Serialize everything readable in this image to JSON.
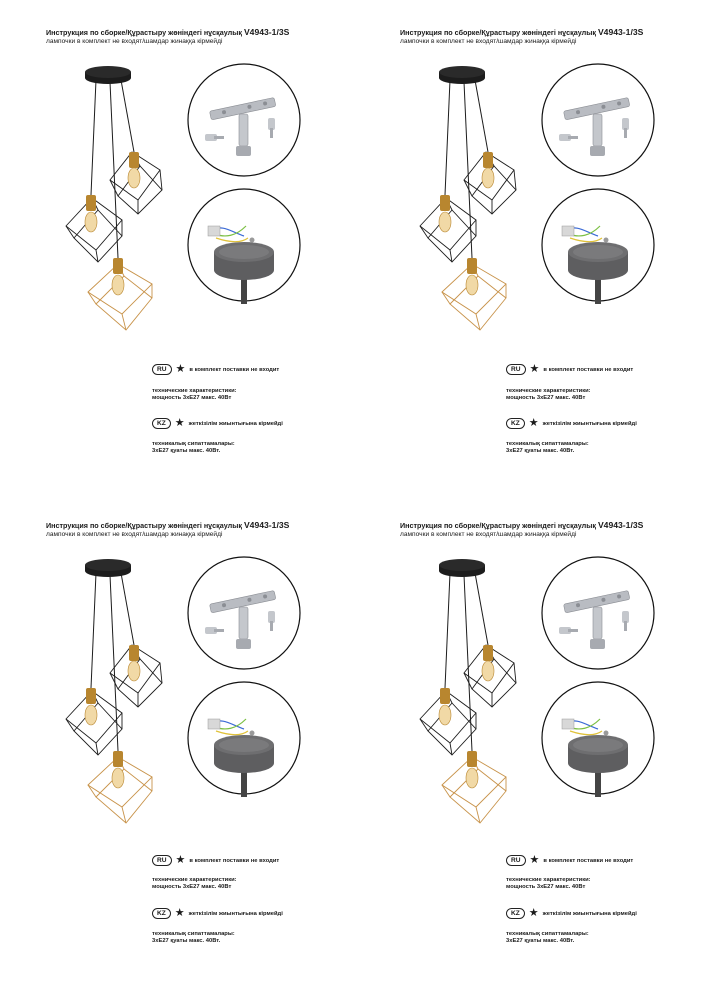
{
  "sheets": [
    {
      "title_prefix": "Инструкция по сборке/Құрастыру жөніндегі нұсқаулық",
      "model": "V4943-1/3S",
      "subtitle": "лампочки в комплект не входят/шамдар жинаққа кірмейді",
      "ru": {
        "badge": "RU",
        "star": "★",
        "note": "в комплект поставки не входит",
        "spec_heading": "технические характеристики:",
        "spec_value": "мощность 3хЕ27 макс. 40Вт"
      },
      "kz": {
        "badge": "KZ",
        "star": "★",
        "note": "жеткізілім жиынтығына кірмейді",
        "spec_heading": "техникалық сипаттамалары:",
        "spec_value": "3хЕ27 қуаты макс. 40Вт."
      }
    },
    {
      "title_prefix": "Инструкция по сборке/Құрастыру жөніндегі нұсқаулық",
      "model": "V4943-1/3S",
      "subtitle": "лампочки в комплект не входят/шамдар жинаққа кірмейді",
      "ru": {
        "badge": "RU",
        "star": "★",
        "note": "в комплект поставки не входит",
        "spec_heading": "технические характеристики:",
        "spec_value": "мощность 3хЕ27 макс. 40Вт"
      },
      "kz": {
        "badge": "KZ",
        "star": "★",
        "note": "жеткізілім жиынтығына кірмейді",
        "spec_heading": "техникалық сипаттамалары:",
        "spec_value": "3хЕ27 қуаты макс. 40Вт."
      }
    },
    {
      "title_prefix": "Инструкция по сборке/Құрастыру жөніндегі нұсқаулық",
      "model": "V4943-1/3S",
      "subtitle": "лампочки в комплект не входят/шамдар жинаққа кірмейді",
      "ru": {
        "badge": "RU",
        "star": "★",
        "note": "в комплект поставки не входит",
        "spec_heading": "технические характеристики:",
        "spec_value": "мощность 3хЕ27 макс. 40Вт"
      },
      "kz": {
        "badge": "KZ",
        "star": "★",
        "note": "жеткізілім жиынтығына кірмейді",
        "spec_heading": "техникалық сипаттамалары:",
        "spec_value": "3хЕ27 қуаты макс. 40Вт."
      }
    },
    {
      "title_prefix": "Инструкция по сборке/Құрастыру жөніндегі нұсқаулық",
      "model": "V4943-1/3S",
      "subtitle": "лампочки в комплект не входят/шамдар жинаққа кірмейді",
      "ru": {
        "badge": "RU",
        "star": "★",
        "note": "в комплект поставки не входит",
        "spec_heading": "технические характеристики:",
        "spec_value": "мощность 3хЕ27 макс. 40Вт"
      },
      "kz": {
        "badge": "KZ",
        "star": "★",
        "note": "жеткізілім жиынтығына кірмейді",
        "spec_heading": "техникалық сипаттамалары:",
        "spec_value": "3хЕ27 қуаты макс. 40Вт."
      }
    }
  ],
  "colors": {
    "frame_black": "#1c1c1c",
    "frame_gold": "#c8934a",
    "socket_gold": "#b8862f",
    "canopy_grey": "#5e5e60",
    "hardware_silver": "#b9bcc2"
  }
}
